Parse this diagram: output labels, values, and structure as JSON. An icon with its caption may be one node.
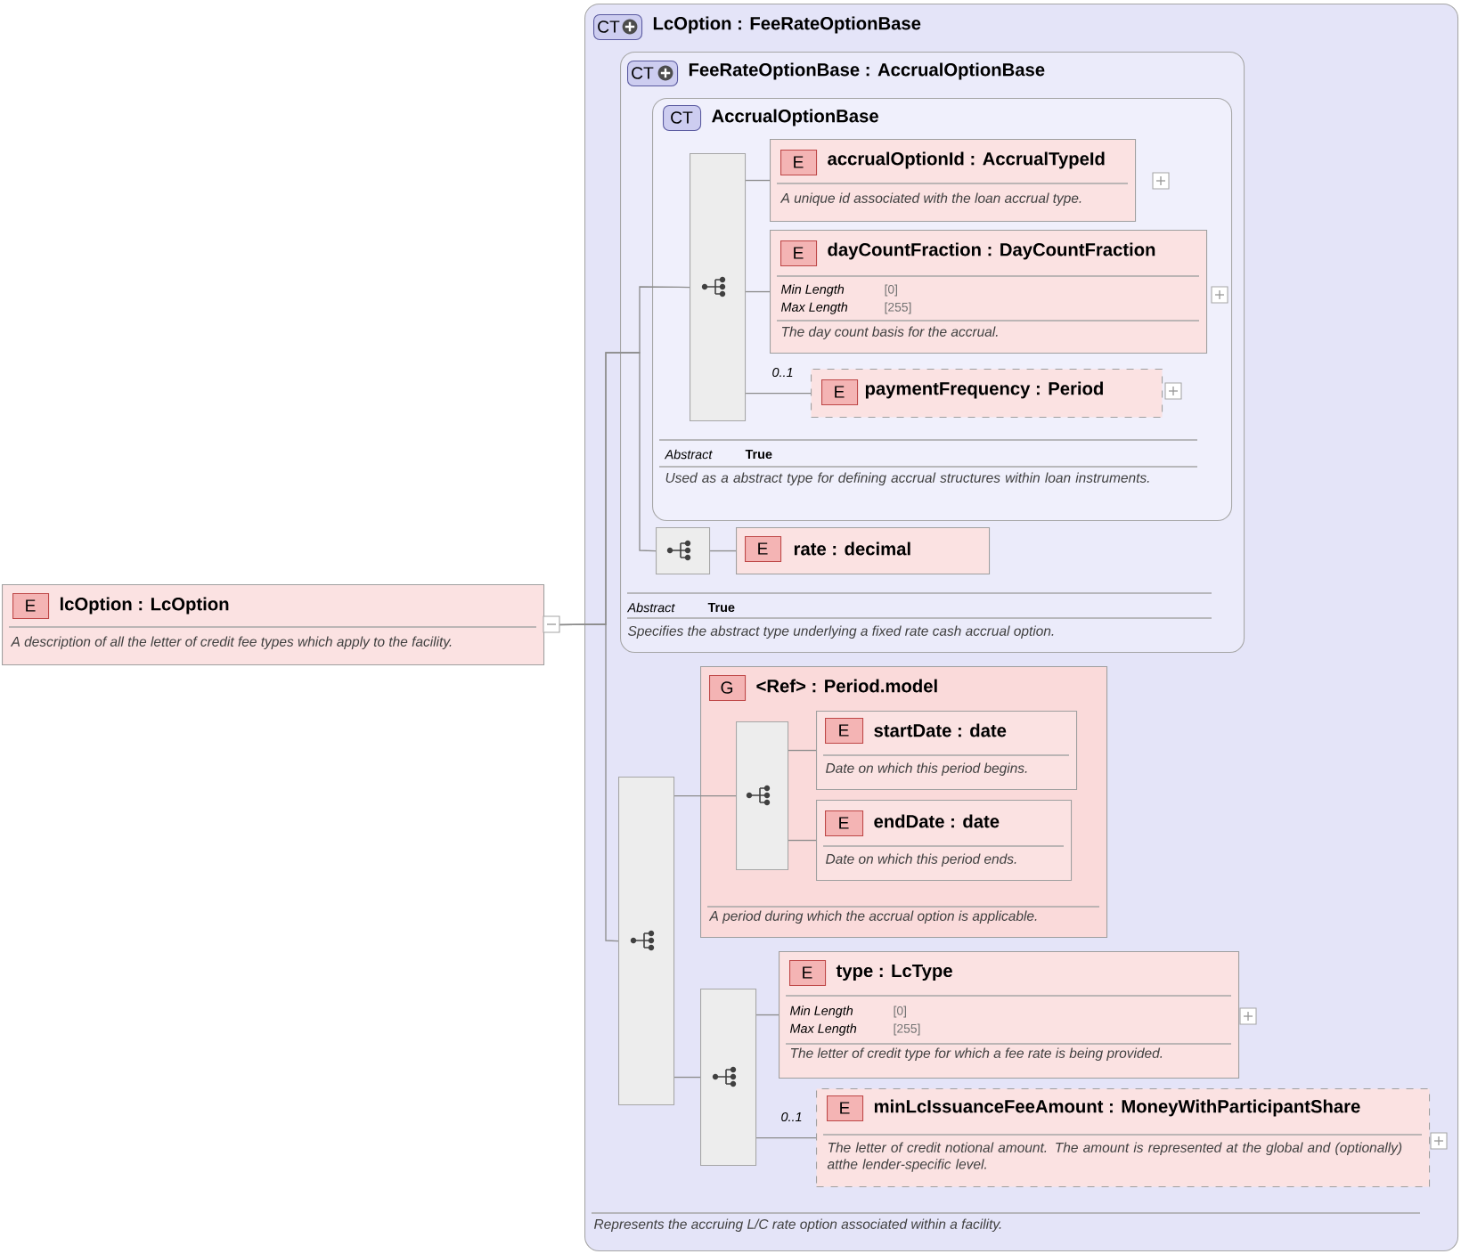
{
  "diagram": {
    "nodes": [
      {
        "text": [
          "E",
          "lcOption : LcOption",
          "A description of all the letter of credit fee types which apply to the facility."
        ]
      },
      {
        "text": [
          "CT",
          "LcOption : FeeRateOptionBase",
          "Represents the accruing L/C rate option associated within a facility."
        ]
      },
      {
        "text": [
          "CT",
          "FeeRateOptionBase : AccrualOptionBase",
          "Abstract",
          "True",
          "Specifies the abstract type underlying a fixed rate cash accrual option."
        ],
        "in": 1
      },
      {
        "text": [
          "CT",
          "AccrualOptionBase",
          "Abstract",
          "True",
          "Used as a abstract type for defining accrual structures within loan instruments."
        ],
        "in": 2
      },
      {
        "text": [],
        "shape": "box",
        "in": 3
      },
      {
        "text": [
          "E",
          "accrualOptionId : AccrualTypeId",
          "A unique id associated with the loan accrual type."
        ],
        "in": 3
      },
      {
        "text": [
          "E",
          "dayCountFraction : DayCountFraction",
          "Min Length",
          "[0]",
          "Max Length",
          "[255]",
          "The day count basis for the accrual."
        ],
        "in": 3
      },
      {
        "text": [
          "E",
          "paymentFrequency : Period"
        ],
        "beside": [
          "0..1"
        ],
        "in": 3
      },
      {
        "text": [],
        "shape": "box",
        "in": 2
      },
      {
        "text": [
          "E",
          "rate : decimal"
        ],
        "in": 2
      },
      {
        "text": [],
        "shape": "box",
        "in": 1
      },
      {
        "text": [
          "G",
          "<Ref> : Period.model",
          "A period during which the accrual option is applicable."
        ],
        "in": 1
      },
      {
        "text": [],
        "shape": "box",
        "in": 11
      },
      {
        "text": [
          "E",
          "startDate : date",
          "Date on which this period begins."
        ],
        "in": 11
      },
      {
        "text": [
          "E",
          "endDate : date",
          "Date on which this period ends."
        ],
        "in": 11
      },
      {
        "text": [],
        "shape": "box",
        "in": 1
      },
      {
        "text": [
          "E",
          "type : LcType",
          "Min Length",
          "[0]",
          "Max Length",
          "[255]",
          "The letter of credit type for which a fee rate is being provided."
        ],
        "in": 1
      },
      {
        "text": [
          "E",
          "minLcIssuanceFeeAmount : MoneyWithParticipantShare",
          "The letter of credit notional amount. The amount is represented at the global and (optionally) atthe lender-specific level."
        ],
        "beside": [
          "0..1"
        ],
        "in": 1
      }
    ],
    "edges": [
      {
        "from": 0,
        "to": 4,
        "arrow": "none"
      },
      {
        "from": 0,
        "to": 8,
        "arrow": "none"
      },
      {
        "from": 0,
        "to": 10,
        "arrow": "none"
      },
      {
        "from": 4,
        "to": 5,
        "arrow": "none"
      },
      {
        "from": 4,
        "to": 6,
        "arrow": "none"
      },
      {
        "from": 4,
        "to": 7,
        "arrow": "none"
      },
      {
        "from": 8,
        "to": 9,
        "arrow": "none"
      },
      {
        "from": 10,
        "to": 12,
        "arrow": "none"
      },
      {
        "from": 10,
        "to": 15,
        "arrow": "none"
      },
      {
        "from": 12,
        "to": 13,
        "arrow": "none"
      },
      {
        "from": 12,
        "to": 14,
        "arrow": "none"
      },
      {
        "from": 15,
        "to": 16,
        "arrow": "none"
      },
      {
        "from": 15,
        "to": 17,
        "arrow": "none"
      }
    ]
  }
}
